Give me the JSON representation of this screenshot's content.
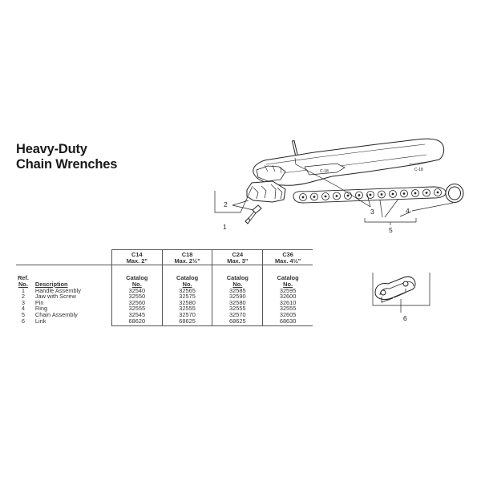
{
  "title": {
    "line1": "Heavy-Duty",
    "line2": "Chain Wrenches"
  },
  "callouts": {
    "c1": "1",
    "c2": "2",
    "c3": "3",
    "c4": "4",
    "c5": "5",
    "c6": "6"
  },
  "table": {
    "ref_header_line1": "Ref.",
    "ref_header_line2": "No.",
    "description_header": "Description",
    "models": [
      {
        "model": "C14",
        "max": "Max. 2\"",
        "catalog_line1": "Catalog",
        "catalog_line2": "No."
      },
      {
        "model": "C18",
        "max": "Max. 2½\"",
        "catalog_line1": "Catalog",
        "catalog_line2": "No."
      },
      {
        "model": "C24",
        "max": "Max. 3\"",
        "catalog_line1": "Catalog",
        "catalog_line2": "No."
      },
      {
        "model": "C36",
        "max": "Max. 4½\"",
        "catalog_line1": "Catalog",
        "catalog_line2": "No."
      }
    ],
    "rows": [
      {
        "ref": "1",
        "description": "Handle Assembly",
        "c14": "32540",
        "c18": "32565",
        "c24": "32585",
        "c36": "32595"
      },
      {
        "ref": "2",
        "description": "Jaw with Screw",
        "c14": "32550",
        "c18": "32575",
        "c24": "32590",
        "c36": "32600"
      },
      {
        "ref": "3",
        "description": "Pin",
        "c14": "32560",
        "c18": "32580",
        "c24": "32580",
        "c36": "32610"
      },
      {
        "ref": "4",
        "description": "Ring",
        "c14": "32555",
        "c18": "32555",
        "c24": "32555",
        "c36": "32555"
      },
      {
        "ref": "5",
        "description": "Chain Assembly",
        "c14": "32545",
        "c18": "32570",
        "c24": "32570",
        "c36": "32605"
      },
      {
        "ref": "6",
        "description": "Link",
        "c14": "68620",
        "c18": "68625",
        "c24": "68625",
        "c36": "68630"
      }
    ]
  }
}
